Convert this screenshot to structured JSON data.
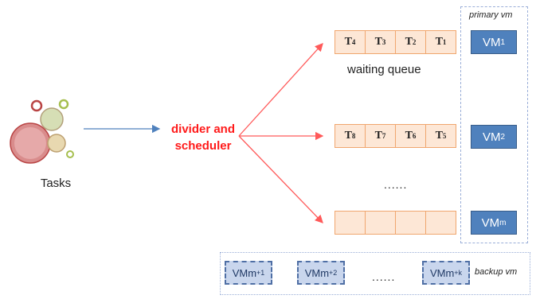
{
  "tasks": {
    "label": "Tasks"
  },
  "scheduler": {
    "line1": "divider and",
    "line2": "scheduler"
  },
  "queues": [
    {
      "cells": [
        {
          "base": "T",
          "sub": "4"
        },
        {
          "base": "T",
          "sub": "3"
        },
        {
          "base": "T",
          "sub": "2"
        },
        {
          "base": "T",
          "sub": "1"
        }
      ]
    },
    {
      "cells": [
        {
          "base": "T",
          "sub": "8"
        },
        {
          "base": "T",
          "sub": "7"
        },
        {
          "base": "T",
          "sub": "6"
        },
        {
          "base": "T",
          "sub": "5"
        }
      ]
    },
    {
      "cells": [
        {
          "base": "",
          "sub": ""
        },
        {
          "base": "",
          "sub": ""
        },
        {
          "base": "",
          "sub": ""
        },
        {
          "base": "",
          "sub": ""
        }
      ]
    }
  ],
  "waiting_queue_label": "waiting queue",
  "queue_ellipsis": "......",
  "primary": {
    "label": "primary vm",
    "vms": [
      {
        "base": "VM",
        "sub": "1"
      },
      {
        "base": "VM",
        "sub": "2"
      },
      {
        "base": "VM",
        "sub": "m"
      }
    ]
  },
  "backup": {
    "label": "backup vm",
    "vms": [
      {
        "base": "VMm",
        "sub": "+1"
      },
      {
        "base": "VMm",
        "sub": "+2"
      },
      {
        "base": "VMm",
        "sub": "+k"
      }
    ],
    "ellipsis": "......"
  },
  "colors": {
    "red_text": "#ff1a1a",
    "arrow_blue": "#4f81bd",
    "arrow_red": "#ff5a5a",
    "vm_fill": "#4f81bd",
    "queue_fill": "#fde7d6",
    "queue_border": "#f0a66e",
    "backup_fill": "#c9d6ed"
  }
}
